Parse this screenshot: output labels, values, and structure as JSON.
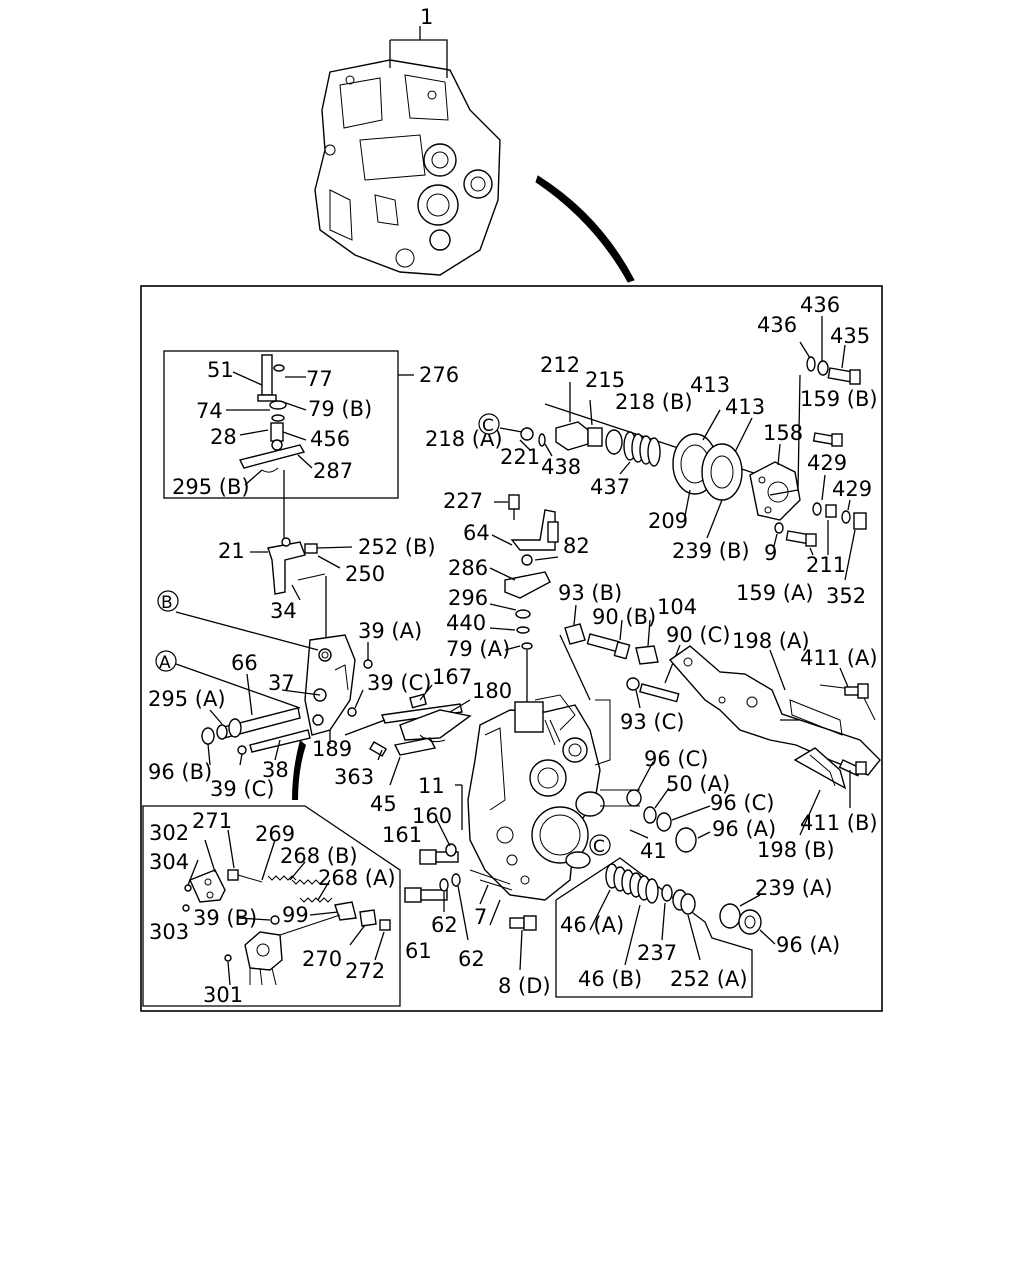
{
  "diagram": {
    "callouts": {
      "c1": "1",
      "c51": "51",
      "c77": "77",
      "c276": "276",
      "c74": "74",
      "c79B": "79 (B)",
      "c28": "28",
      "c456": "456",
      "c287": "287",
      "c295B": "295 (B)",
      "c21": "21",
      "c252B": "252 (B)",
      "c250": "250",
      "c34": "34",
      "c212": "212",
      "c215": "215",
      "c218A": "218 (A)",
      "c221": "221",
      "c438": "438",
      "c218B": "218 (B)",
      "c437": "437",
      "c413a": "413",
      "c413b": "413",
      "c209": "209",
      "c239B": "239 (B)",
      "c158": "158",
      "c436a": "436",
      "c436b": "436",
      "c435": "435",
      "c159B": "159 (B)",
      "c429a": "429",
      "c429b": "429",
      "c9": "9",
      "c211": "211",
      "c159A": "159 (A)",
      "c352": "352",
      "c227": "227",
      "c64": "64",
      "c82": "82",
      "c286": "286",
      "c296": "296",
      "c440": "440",
      "c79A": "79 (A)",
      "c93B": "93 (B)",
      "c90B": "90 (B)",
      "c104": "104",
      "c90C": "90 (C)",
      "c198A": "198 (A)",
      "c411A": "411 (A)",
      "c39A": "39 (A)",
      "c66": "66",
      "c295A": "295 (A)",
      "c37": "37",
      "c39Ca": "39 (C)",
      "c167": "167",
      "c180": "180",
      "c93C": "93 (C)",
      "c189": "189",
      "c96B": "96 (B)",
      "c39Cb": "39 (C)",
      "c38": "38",
      "c363": "363",
      "c45": "45",
      "c11": "11",
      "c96Ca": "96 (C)",
      "c50A": "50 (A)",
      "c96Cb": "96 (C)",
      "c96Aa": "96 (A)",
      "c411B": "411 (B)",
      "c198B": "198 (B)",
      "c302": "302",
      "c271": "271",
      "c269": "269",
      "c268B": "268 (B)",
      "c268A": "268 (A)",
      "c304": "304",
      "c160": "160",
      "c161": "161",
      "c41": "41",
      "c239A": "239 (A)",
      "c96Ab": "96 (A)",
      "c303": "303",
      "c39B": "39 (B)",
      "c99": "99",
      "c270": "270",
      "c272": "272",
      "c301": "301",
      "c61": "61",
      "c62a": "62",
      "c62b": "62",
      "c7": "7",
      "c8D": "8 (D)",
      "c46A": "46 (A)",
      "c46B": "46 (B)",
      "c237": "237",
      "c252A": "252 (A)"
    },
    "markers": {
      "A": "A",
      "B": "B",
      "C1": "C",
      "C2": "C"
    }
  }
}
